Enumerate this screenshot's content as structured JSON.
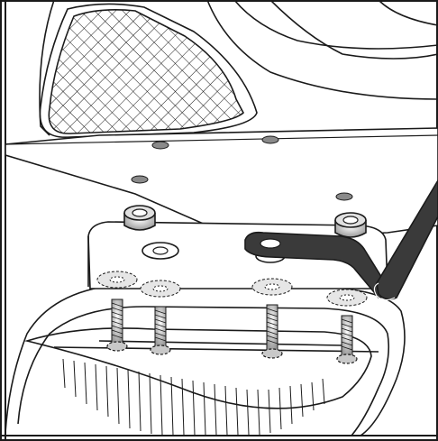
{
  "figure": {
    "background": "#ffffff",
    "ink": "#1a1a1a",
    "shade": "#b8b8b8",
    "tool_color": "#3a3a3a",
    "description_parts": [
      "mesh-grille",
      "mounting-plate",
      "spacer-bushings",
      "bracket",
      "washers",
      "screws",
      "tail-light-housing",
      "screwdriver"
    ]
  }
}
